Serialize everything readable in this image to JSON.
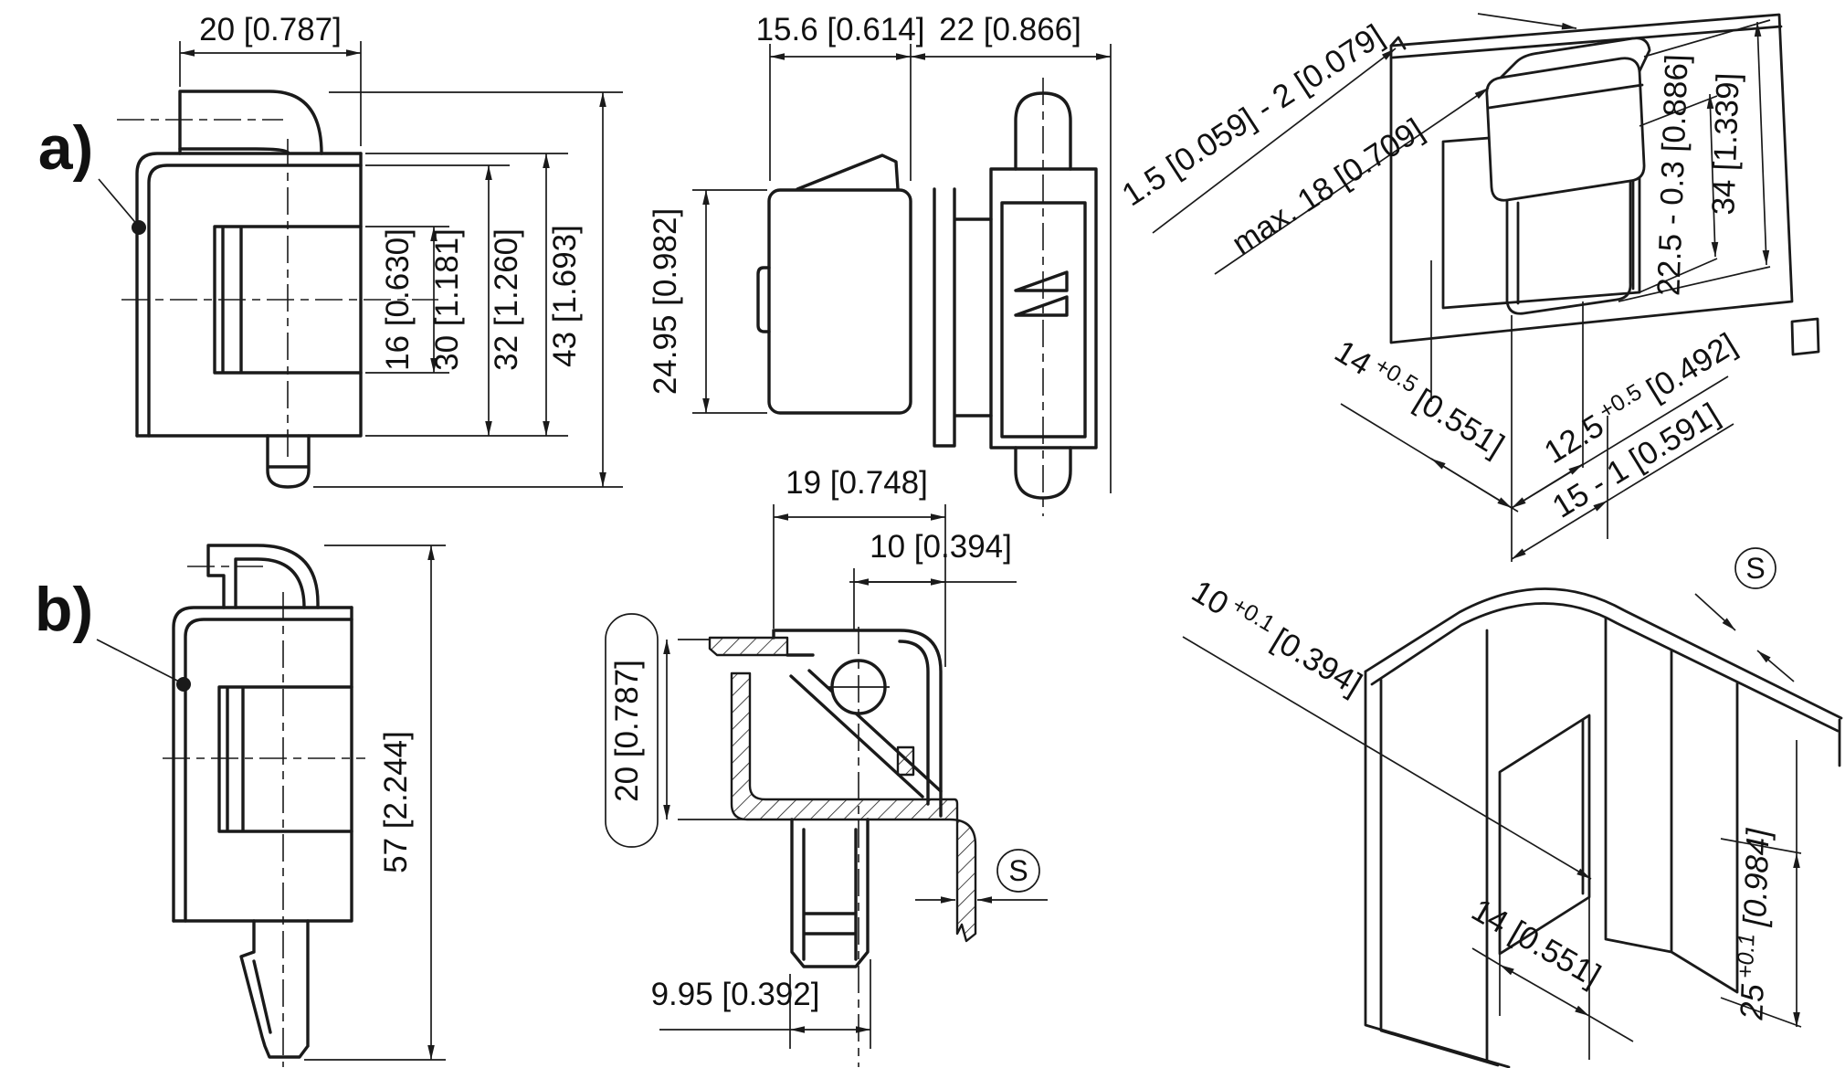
{
  "colors": {
    "line": "#1a1a1a",
    "background": "#ffffff"
  },
  "views": {
    "side_a": {
      "label": "a)",
      "dim_width": "20 [0.787]",
      "dim_recess": "16 [0.630]",
      "dim_inner": "30 [1.181]",
      "dim_body": "32 [1.260]",
      "dim_overall": "43 [1.693]"
    },
    "front": {
      "dim_front_depth": "15.6 [0.614]",
      "dim_rear_depth": "22 [0.866]",
      "dim_height": "24.95 [0.982]"
    },
    "iso_panel": {
      "leader_panel_thickness": "1.5 [0.059] - 2 [0.079]",
      "leader_max_depth": "max. 18 [0.709]",
      "dim_cutout_height": "22.5 - 0.3 [0.886]",
      "dim_clip_height": "34 [1.339]",
      "dim_cutout_width": {
        "value": "14",
        "tol": "+0.5",
        "inch": "[0.551]"
      },
      "dim_edge_offset": {
        "value": "12.5",
        "tol": "+0.5",
        "inch": "[0.492]"
      },
      "dim_rail_cutout": "15 - 1 [0.591]"
    },
    "side_b": {
      "label": "b)",
      "dim_overall": "57 [2.244]"
    },
    "section": {
      "dim_width": "19 [0.748]",
      "dim_hole_offset": "10 [0.394]",
      "dim_height": "20 [0.787]",
      "dim_pin_width": "9.95 [0.392]",
      "sheet_thickness_symbol": "S"
    },
    "iso_rail": {
      "dim_cutout_width": {
        "value": "10",
        "tol": "+0.1",
        "inch": "[0.394]"
      },
      "dim_height": {
        "value": "25",
        "tol": "+0.1",
        "inch": "[0.984]"
      },
      "dim_width": "14 [0.551]",
      "sheet_thickness_symbol": "S"
    }
  }
}
